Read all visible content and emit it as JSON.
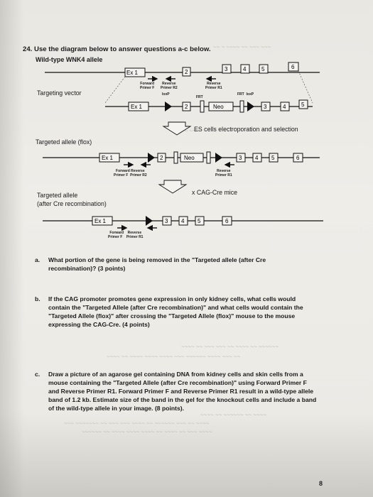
{
  "question": {
    "number": "24.",
    "title": "Use the diagram below to answer questions a-c below.",
    "subtitle": "Wild-type WNK4 allele"
  },
  "diagram": {
    "wild_type": {
      "exons": [
        "Ex 1",
        "2",
        "3",
        "4",
        "5",
        "6"
      ]
    },
    "targeting_vector": {
      "label": "Targeting vector",
      "exon1": "Ex 1",
      "exon2": "2",
      "neo": "Neo",
      "exons_right": [
        "3",
        "4",
        "5"
      ],
      "primer_forward": "Forward\nPrimer F",
      "primer_reverse_r2": "Reverse\nPrimer R2",
      "primer_reverse_r1": "Reverse\nPrimer R1",
      "loxp_left": "loxP",
      "frt_left": "FRT",
      "frt_loxp_right": "FRT  loxP"
    },
    "step1": "ES cells electroporation and selection",
    "targeted_flox": {
      "label": "Targeted allele (flox)",
      "exon1": "Ex 1",
      "exon2": "2",
      "neo": "Neo",
      "exons_right": [
        "3",
        "4",
        "5",
        "6"
      ],
      "primer_fr": "Forward Reverse\nPrimer F  Primer R2",
      "primer_r1": "Reverse\nPrimer R1"
    },
    "step2": "x CAG-Cre mice",
    "targeted_cre": {
      "label_line1": "Targeted allele",
      "label_line2": "(after Cre recombination)",
      "exon1": "Ex 1",
      "exons_right": [
        "3",
        "4",
        "5",
        "6"
      ],
      "primer_fr": "Forward    Reverse\nPrimer F    Primer R1"
    }
  },
  "parts": {
    "a": {
      "marker": "a.",
      "line1": "What portion of the gene is being removed in the \"Targeted allele (after Cre",
      "line2": "recombination)? (3 points)"
    },
    "b": {
      "marker": "b.",
      "line1": "If the CAG promoter promotes gene expression in only kidney cells, what cells would",
      "line2": "contain the \"Targeted Allele (after Cre recombination)\" and what cells would contain the",
      "line3": "\"Targeted Allele (flox)\" after crossing the \"Targeted Allele (flox)\" mouse to the mouse",
      "line4": "expressing the CAG-Cre. (4 points)"
    },
    "c": {
      "marker": "c.",
      "line1": "Draw a picture of an agarose gel containing DNA from kidney cells and skin cells from a",
      "line2": "mouse containing the \"Targeted Allele (after Cre recombination)\" using Forward Primer F",
      "line3": "and Reverse Primer R1. Forward Primer F and Reverse Primer R1 result in a wild-type allele",
      "line4": "band of 1.2 kb. Estimate size of the band in the gel for the knockout cells and include a band",
      "line5": "of the wild-type allele in your image. (8 points)."
    }
  },
  "page_number": "8"
}
